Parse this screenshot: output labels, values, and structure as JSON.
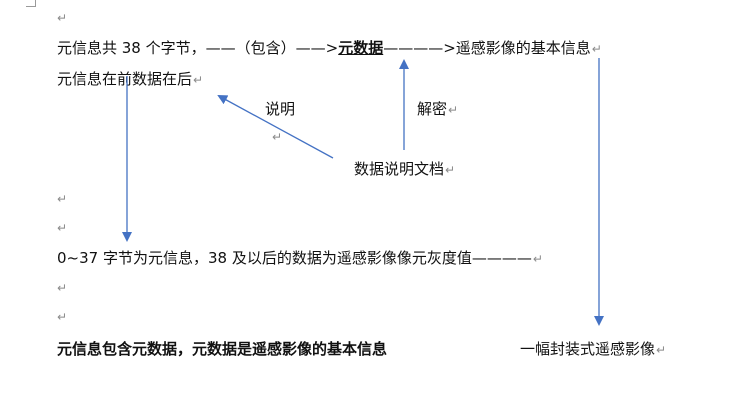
{
  "paragraph_mark": "↵",
  "lines": {
    "line1": {
      "part1": "元信息共 38 个字节，",
      "part2": "——（包含）——>",
      "part3": "元数据",
      "part4": "————>遥感影像的基本信息"
    },
    "line2": "元信息在前数据在后",
    "label_shuoming": "说明",
    "label_jiemi": "解密",
    "doc_label": "数据说明文档",
    "line_bytes": "0~37 字节为元信息，38 及以后的数据为遥感影像像元灰度值————",
    "summary_left": "元信息包含元数据，元数据是遥感影像的基本信息",
    "summary_right": "一幅封装式遥感影像"
  },
  "colors": {
    "arrow": "#4472c4",
    "text": "#111111",
    "paragraph_mark": "#8a8a8a"
  }
}
